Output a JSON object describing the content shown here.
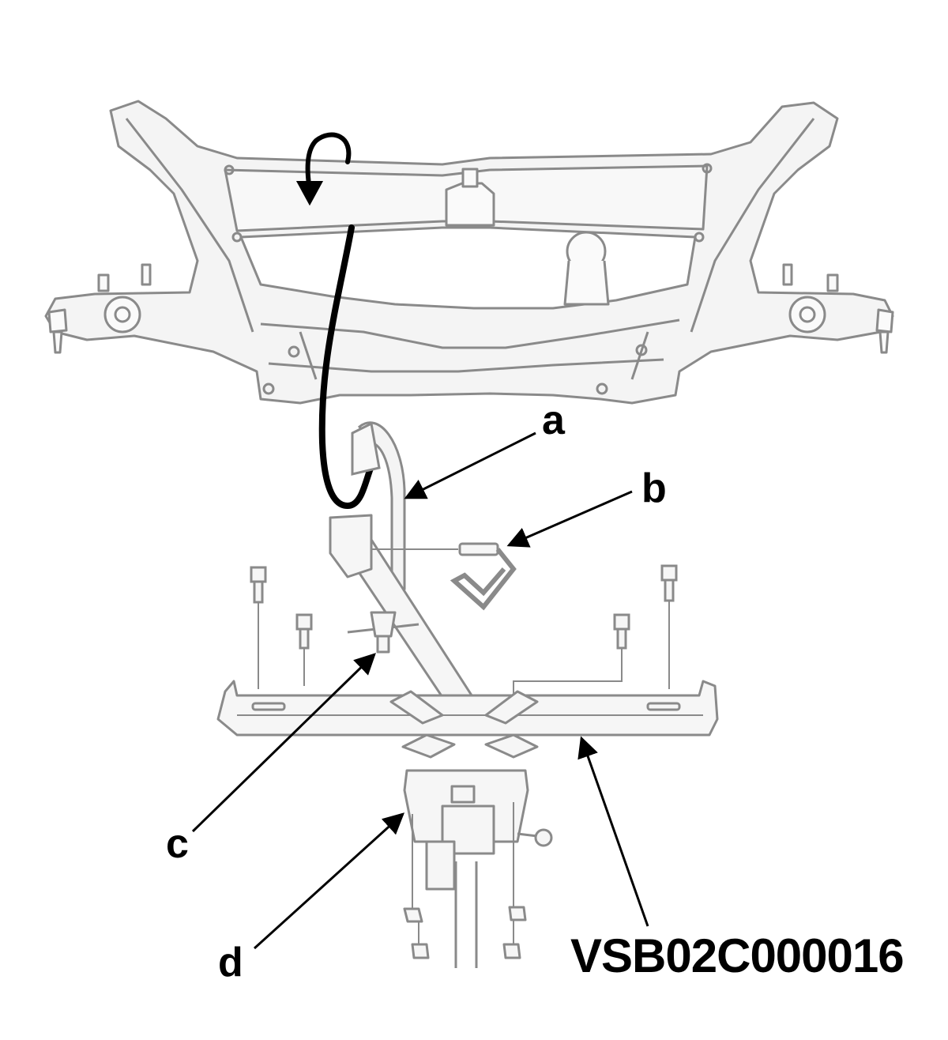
{
  "callouts": {
    "a": "a",
    "b": "b",
    "c": "c",
    "d": "d"
  },
  "figure_id": "VSB02C000016",
  "colors": {
    "line": "#000000",
    "part_outline": "#8a8a8a",
    "part_fill": "#f4f4f4",
    "background": "#ffffff"
  }
}
